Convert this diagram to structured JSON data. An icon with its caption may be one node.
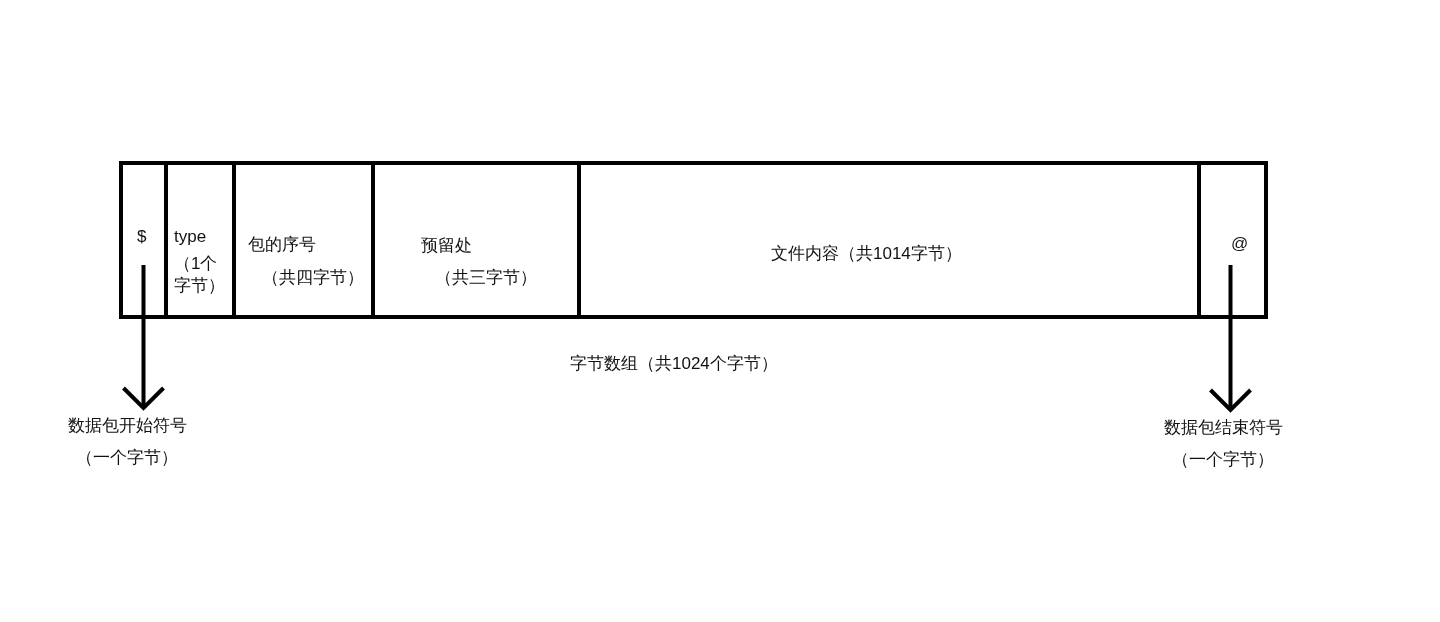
{
  "diagram": {
    "nodes": [
      {
        "text": [],
        "shape": "box"
      },
      {
        "text": [
          "$"
        ],
        "in": 0
      },
      {
        "text": [
          "type",
          "（1个字节）"
        ],
        "in": 0
      },
      {
        "text": [
          "包的序号",
          "（共四字节）"
        ],
        "in": 0
      },
      {
        "text": [
          "预留处",
          "（共三字节）"
        ],
        "in": 0
      },
      {
        "text": [
          "文件内容（共1014字节）"
        ],
        "in": 0
      },
      {
        "text": [
          "@"
        ],
        "in": 0
      },
      {
        "text": [
          "数据包开始符号",
          "（一个字节）"
        ]
      },
      {
        "text": [
          "数据包结束符号",
          "（一个字节）"
        ]
      }
    ],
    "edges": [
      {
        "from": 1,
        "to": 7,
        "arrow": "to"
      },
      {
        "from": 6,
        "to": 8,
        "arrow": "to"
      }
    ],
    "labels": [
      "字节数组（共1024个字节）"
    ]
  }
}
